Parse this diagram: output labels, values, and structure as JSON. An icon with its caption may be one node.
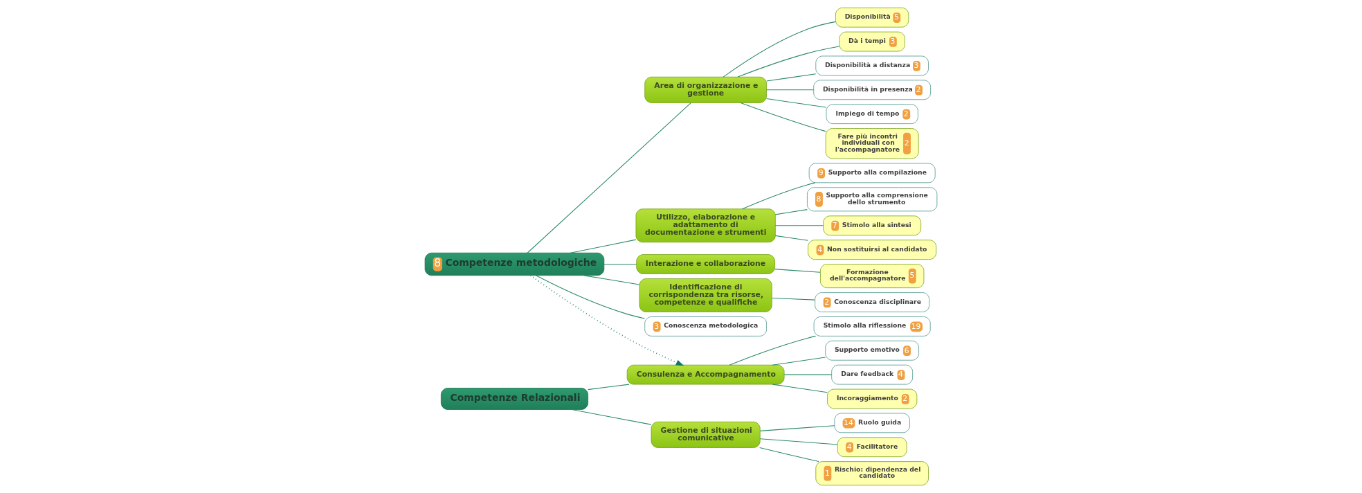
{
  "diagram": {
    "nodes": [
      {
        "text": [
          "Area di organizzazione e gestione"
        ]
      },
      {
        "text": [
          "Disponibilità",
          "5"
        ]
      },
      {
        "text": [
          "Dà i tempi",
          "3"
        ]
      },
      {
        "text": [
          "Disponibilità a distanza",
          "3"
        ]
      },
      {
        "text": [
          "Disponibilità in presenza",
          "2"
        ]
      },
      {
        "text": [
          "Impiego di tempo",
          "2"
        ]
      },
      {
        "text": [
          "Fare più incontri individuali con l'accompagnatore",
          "2"
        ]
      },
      {
        "text": [
          "8",
          "Competenze metodologiche"
        ]
      },
      {
        "text": [
          "Utilizzo, elaborazione e adattamento di documentazione e strumenti"
        ]
      },
      {
        "text": [
          "9",
          "Supporto alla compilazione"
        ]
      },
      {
        "text": [
          "8",
          "Supporto alla comprensione dello strumento"
        ]
      },
      {
        "text": [
          "7",
          "Stimolo alla sintesi"
        ]
      },
      {
        "text": [
          "4",
          "Non sostituirsi al candidato"
        ]
      },
      {
        "text": [
          "Interazione e collaborazione"
        ]
      },
      {
        "text": [
          "Formazione dell'accompagnatore",
          "5"
        ]
      },
      {
        "text": [
          "Identificazione di corrispondenza tra risorse, competenze e qualifiche"
        ]
      },
      {
        "text": [
          "2",
          "Conoscenza disciplinare"
        ]
      },
      {
        "text": [
          "3",
          "Conoscenza metodologica"
        ]
      },
      {
        "text": [
          "Consulenza e Accompagnamento"
        ]
      },
      {
        "text": [
          "Stimolo alla riflessione",
          "19"
        ]
      },
      {
        "text": [
          "Supporto emotivo",
          "6"
        ]
      },
      {
        "text": [
          "Dare feedback",
          "4"
        ]
      },
      {
        "text": [
          "Incoraggiamento",
          "2"
        ]
      },
      {
        "text": [
          "Competenze Relazionali"
        ]
      },
      {
        "text": [
          "Gestione di situazioni comunicative"
        ]
      },
      {
        "text": [
          "14",
          "Ruolo guida"
        ]
      },
      {
        "text": [
          "4",
          "Facilitatore"
        ]
      },
      {
        "text": [
          "1",
          "Rischio: dipendenza del candidato"
        ]
      }
    ],
    "edges": [
      {
        "from": 7,
        "to": 0,
        "arrow": "none"
      },
      {
        "from": 0,
        "to": 1,
        "arrow": "none"
      },
      {
        "from": 0,
        "to": 2,
        "arrow": "none"
      },
      {
        "from": 0,
        "to": 3,
        "arrow": "none"
      },
      {
        "from": 0,
        "to": 4,
        "arrow": "none"
      },
      {
        "from": 0,
        "to": 5,
        "arrow": "none"
      },
      {
        "from": 0,
        "to": 6,
        "arrow": "none"
      },
      {
        "from": 7,
        "to": 8,
        "arrow": "none"
      },
      {
        "from": 8,
        "to": 9,
        "arrow": "none"
      },
      {
        "from": 8,
        "to": 10,
        "arrow": "none"
      },
      {
        "from": 8,
        "to": 11,
        "arrow": "none"
      },
      {
        "from": 8,
        "to": 12,
        "arrow": "none"
      },
      {
        "from": 7,
        "to": 13,
        "arrow": "none"
      },
      {
        "from": 13,
        "to": 14,
        "arrow": "none"
      },
      {
        "from": 7,
        "to": 15,
        "arrow": "none"
      },
      {
        "from": 15,
        "to": 16,
        "arrow": "none"
      },
      {
        "from": 7,
        "to": 17,
        "arrow": "none"
      },
      {
        "from": 7,
        "to": 18,
        "arrow": "to",
        "style": "dashed",
        "color": "#0e7a6a"
      },
      {
        "from": 23,
        "to": 18,
        "arrow": "none"
      },
      {
        "from": 18,
        "to": 19,
        "arrow": "none"
      },
      {
        "from": 18,
        "to": 20,
        "arrow": "none"
      },
      {
        "from": 18,
        "to": 21,
        "arrow": "none"
      },
      {
        "from": 18,
        "to": 22,
        "arrow": "none"
      },
      {
        "from": 23,
        "to": 24,
        "arrow": "none"
      },
      {
        "from": 24,
        "to": 25,
        "arrow": "none"
      },
      {
        "from": 24,
        "to": 26,
        "arrow": "none"
      },
      {
        "from": 24,
        "to": 27,
        "arrow": "none"
      }
    ]
  }
}
